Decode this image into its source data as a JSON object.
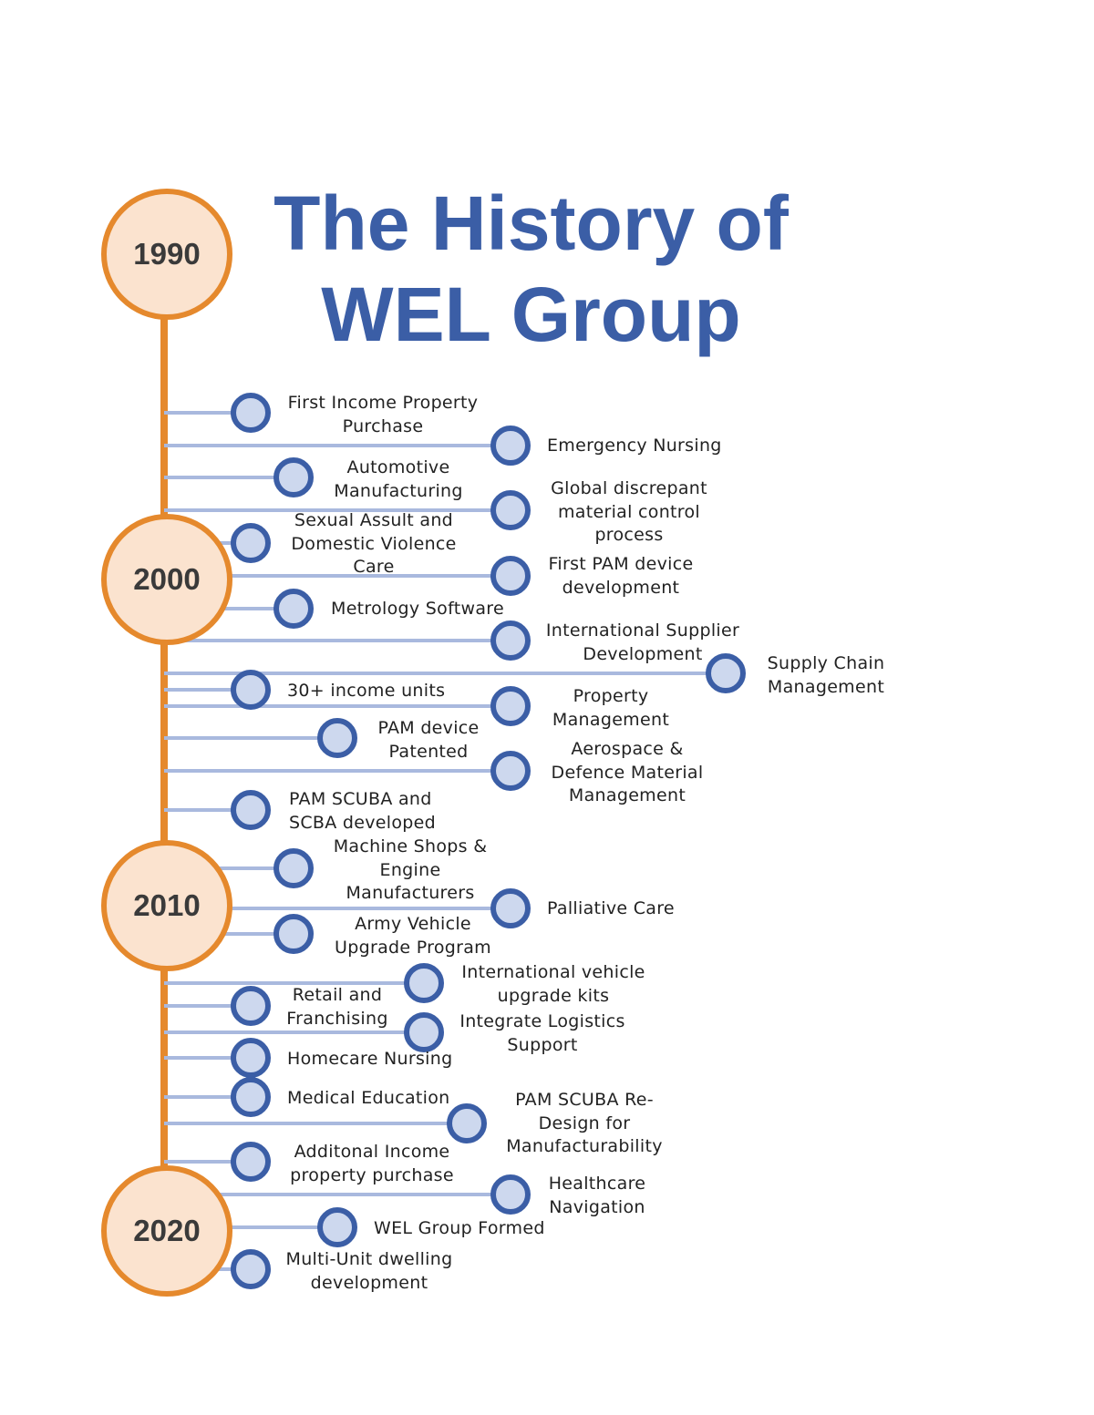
{
  "title": {
    "line1": "The History of",
    "line2": "WEL Group"
  },
  "colors": {
    "title": "#3b5ea6",
    "spine": "#e5892d",
    "year_fill": "#fbe3cf",
    "node_border": "#3b5ea6",
    "node_fill": "#cdd8ee",
    "connector": "#a9b9de"
  },
  "years": [
    "1990",
    "2000",
    "2010",
    "2020"
  ],
  "events": [
    "First Income Property\nPurchase",
    "Emergency Nursing",
    "Automotive\nManufacturing",
    "Global discrepant\nmaterial control\nprocess",
    "Sexual Assult and\nDomestic Violence\nCare",
    "First PAM device\ndevelopment",
    "Metrology Software",
    "International Supplier\nDevelopment",
    "Supply Chain\nManagement",
    "30+ income units",
    "Property\nManagement",
    "PAM device\nPatented",
    "Aerospace &\nDefence Material\nManagement",
    "PAM SCUBA and\nSCBA developed",
    "Machine Shops &\nEngine\nManufacturers",
    "Palliative Care",
    "Army Vehicle\nUpgrade Program",
    "International vehicle\nupgrade kits",
    "Retail and\nFranchising",
    "Integrate Logistics\nSupport",
    "Homecare Nursing",
    "Medical Education",
    "PAM SCUBA Re-\nDesign for\nManufacturability",
    "Additonal Income\nproperty purchase",
    "Healthcare\nNavigation",
    "WEL Group Formed",
    "Multi-Unit dwelling\ndevelopment"
  ]
}
